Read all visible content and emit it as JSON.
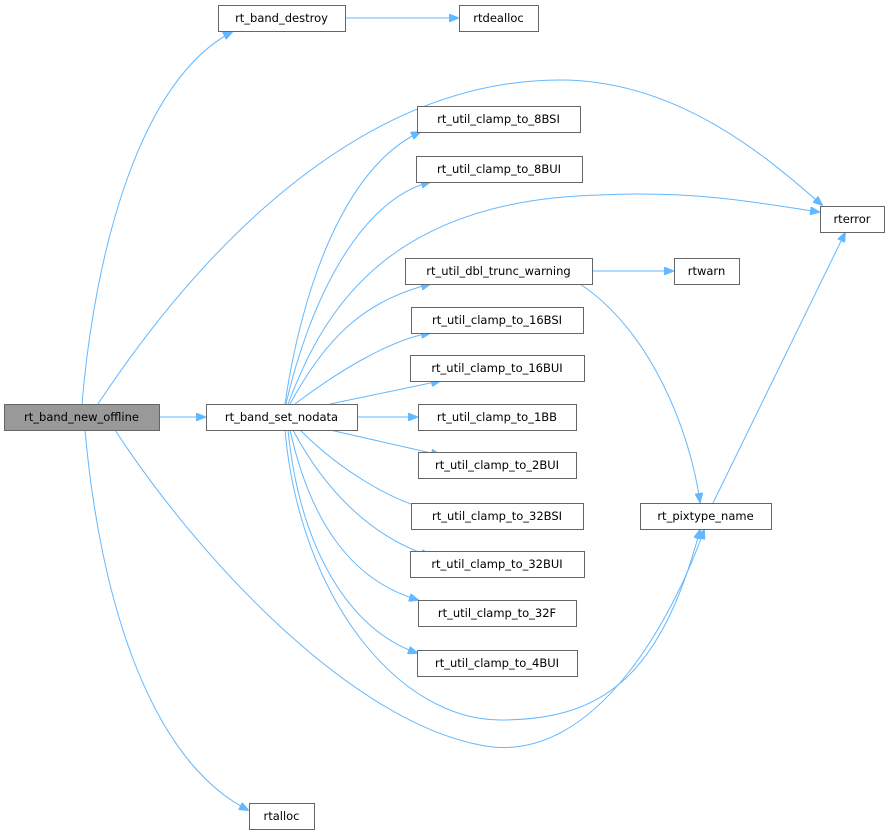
{
  "colors": {
    "edge": "#63b8ff",
    "root_fill": "#999999",
    "node_border": "#666666"
  },
  "nodes": {
    "new_offline": "rt_band_new_offline",
    "set_nodata": "rt_band_set_nodata",
    "band_destroy": "rt_band_destroy",
    "rtdealloc": "rtdealloc",
    "c8bsi": "rt_util_clamp_to_8BSI",
    "c8bui": "rt_util_clamp_to_8BUI",
    "rterror": "rterror",
    "dbl": "rt_util_dbl_trunc_warning",
    "rtwarn": "rtwarn",
    "c16bsi": "rt_util_clamp_to_16BSI",
    "c16bui": "rt_util_clamp_to_16BUI",
    "c1bb": "rt_util_clamp_to_1BB",
    "c2bui": "rt_util_clamp_to_2BUI",
    "c32bsi": "rt_util_clamp_to_32BSI",
    "c32bui": "rt_util_clamp_to_32BUI",
    "c32f": "rt_util_clamp_to_32F",
    "c4bui": "rt_util_clamp_to_4BUI",
    "pixtype": "rt_pixtype_name",
    "rtalloc": "rtalloc"
  },
  "edges": [
    [
      "new_offline",
      "band_destroy"
    ],
    [
      "new_offline",
      "rterror"
    ],
    [
      "new_offline",
      "set_nodata"
    ],
    [
      "new_offline",
      "pixtype"
    ],
    [
      "new_offline",
      "rtalloc"
    ],
    [
      "band_destroy",
      "rtdealloc"
    ],
    [
      "set_nodata",
      "c8bsi"
    ],
    [
      "set_nodata",
      "c8bui"
    ],
    [
      "set_nodata",
      "rterror"
    ],
    [
      "set_nodata",
      "dbl"
    ],
    [
      "set_nodata",
      "c16bsi"
    ],
    [
      "set_nodata",
      "c16bui"
    ],
    [
      "set_nodata",
      "c1bb"
    ],
    [
      "set_nodata",
      "c2bui"
    ],
    [
      "set_nodata",
      "c32bsi"
    ],
    [
      "set_nodata",
      "c32bui"
    ],
    [
      "set_nodata",
      "c32f"
    ],
    [
      "set_nodata",
      "c4bui"
    ],
    [
      "set_nodata",
      "pixtype"
    ],
    [
      "dbl",
      "rtwarn"
    ],
    [
      "dbl",
      "pixtype"
    ],
    [
      "pixtype",
      "rterror"
    ]
  ]
}
